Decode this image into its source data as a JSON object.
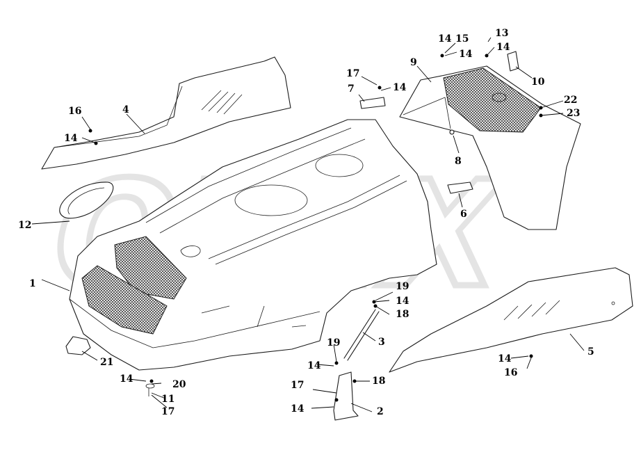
{
  "labels": {
    "l1": "1",
    "l2": "2",
    "l3": "3",
    "l4": "4",
    "l5": "5",
    "l6": "6",
    "l7": "7",
    "l8": "8",
    "l9": "9",
    "l10": "10",
    "l11": "11",
    "l12": "12",
    "l13": "13",
    "l14a": "14",
    "l14b": "14",
    "l14c": "14",
    "l14d": "14",
    "l14e": "14",
    "l14f": "14",
    "l14g": "14",
    "l14h": "14",
    "l14i": "14",
    "l14j": "14",
    "l15": "15",
    "l16a": "16",
    "l16b": "16",
    "l17a": "17",
    "l17b": "17",
    "l17c": "17",
    "l18a": "18",
    "l18b": "18",
    "l19a": "19",
    "l19b": "19",
    "l20": "20",
    "l21": "21",
    "l22": "22",
    "l23": "23"
  },
  "watermark": "OPEX"
}
